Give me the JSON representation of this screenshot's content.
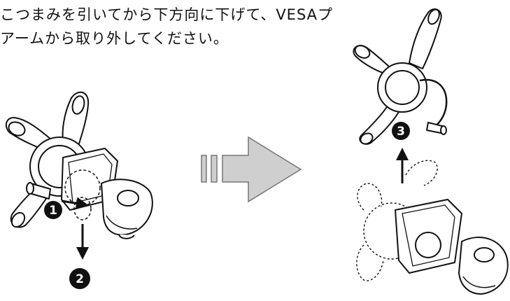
{
  "instruction": {
    "line1": "こつまみを引いてから下方向に下げて、VESAプ",
    "line2": "アームから取り外してください。"
  },
  "steps": [
    "1",
    "2",
    "3"
  ]
}
